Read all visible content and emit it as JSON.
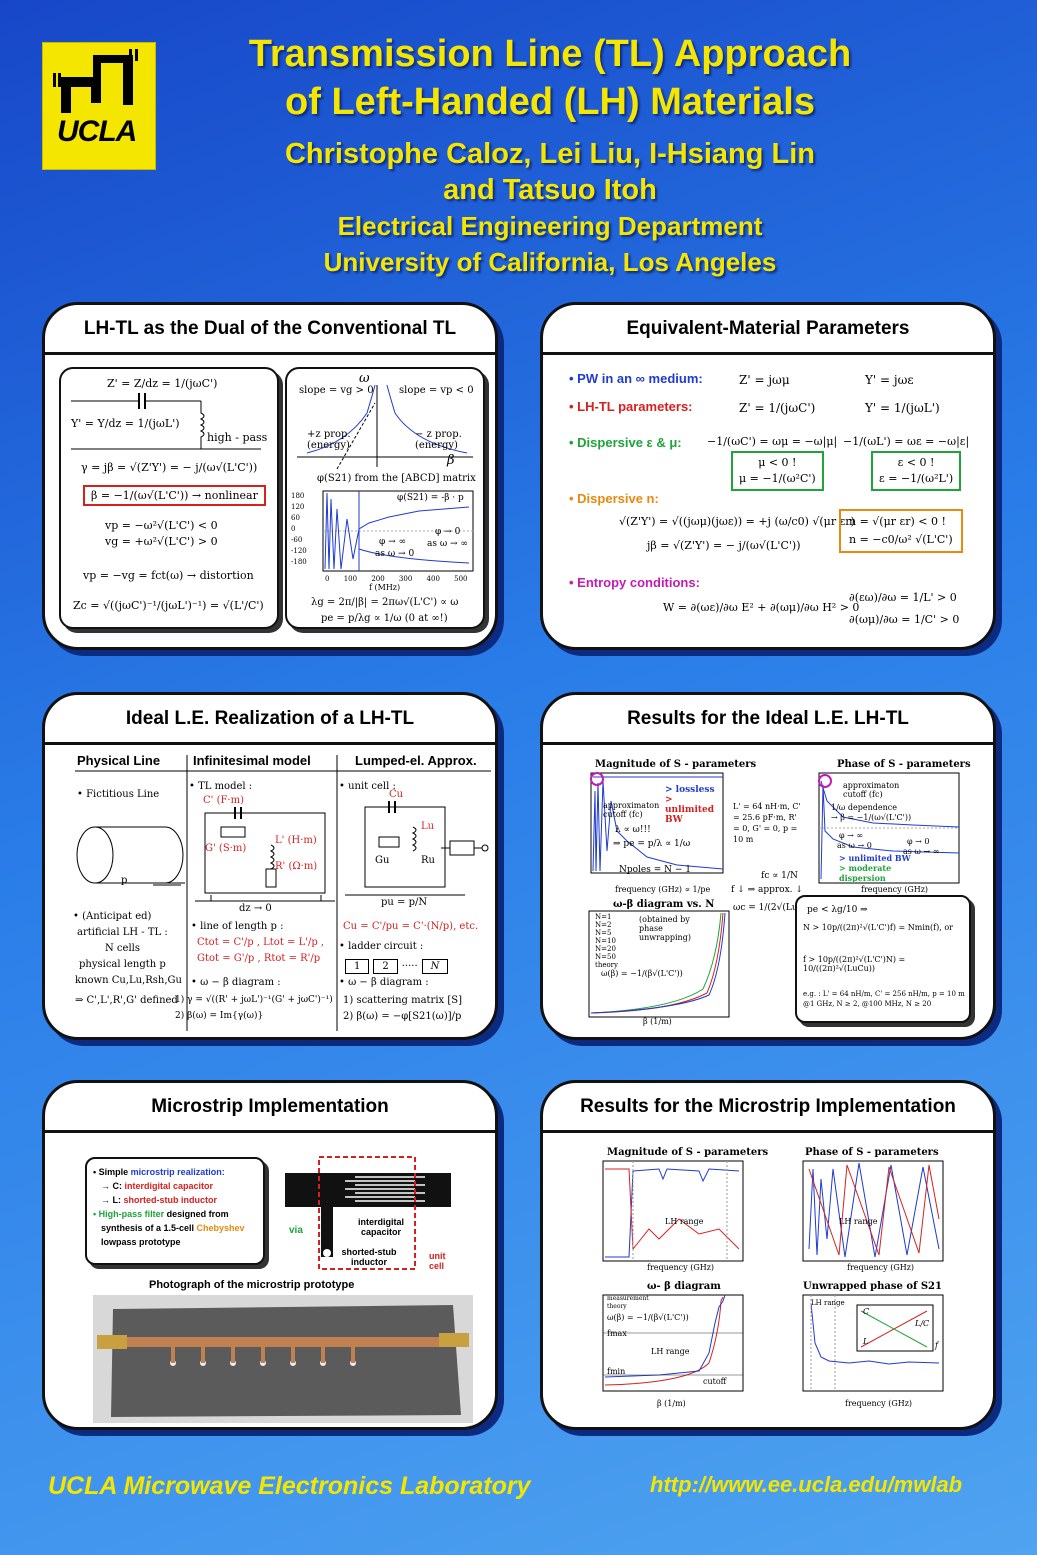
{
  "header": {
    "title_line1": "Transmission Line (TL) Approach",
    "title_line2": "of Left-Handed (LH) Materials",
    "authors_line1": "Christophe Caloz, Lei Liu, I-Hsiang Lin",
    "authors_line2": "and Tatsuo Itoh",
    "dept": "Electrical Engineering Department",
    "univ": "University of California, Los Angeles",
    "logo_text": "UCLA"
  },
  "panels": {
    "p1": {
      "title": "LH-TL as the Dual of the Conventional TL",
      "z_eq": "Z' = Z/dz = 1/(jωC')",
      "y_eq": "Y' = Y/dz = 1/(jωL')",
      "highpass": "high - pass",
      "gamma_eq": "γ = jβ = √(Z'Y') = − j/(ω√(L'C'))",
      "beta_eq": "β = −1/(ω√(L'C')) → nonlinear",
      "vp_eq": "vp = −ω²√(L'C') < 0",
      "vg_eq": "vg = +ω²√(L'C') > 0",
      "distortion_eq": "vp = −vg = fct(ω) → distortion",
      "zc_eq": "Zc = √((jωC')⁻¹/(jωL')⁻¹) = √(L'/C')",
      "omega": "ω",
      "slope_left": "slope = vg > 0",
      "slope_right": "slope = vp < 0",
      "prop_left": "+z prop. (energy)",
      "prop_right": "− z prop. (energy)",
      "beta": "β",
      "phase_title": "φ(S21) from the [ABCD] matrix",
      "phase_formula": "φ(S21) = -β · p",
      "phase_note1": "φ → ∞",
      "phase_note1b": "as ω → 0",
      "phase_note2": "φ → 0",
      "phase_note2b": "as ω → ∞",
      "fmhz": "f (MHz)",
      "lambda_eq": "λg = 2π/|β| = 2πω√(L'C') ∝ ω",
      "pe_eq": "pe = p/λg ∝ 1/ω (0 at ∞!)",
      "yticks": [
        "180",
        "120",
        "60",
        "0",
        "-60",
        "-120",
        "-180"
      ],
      "xticks": [
        "0",
        "100",
        "200",
        "300",
        "400",
        "500"
      ]
    },
    "p2": {
      "title": "Equivalent-Material Parameters",
      "pw_label": "• PW in an ∞ medium:",
      "pw_z": "Z' = jωμ",
      "pw_y": "Y' = jωε",
      "lh_label": "• LH-TL parameters:",
      "lh_z": "Z' = 1/(jωC')",
      "lh_y": "Y' = 1/(jωL')",
      "disp_label": "• Dispersive ε & μ:",
      "disp_eq1": "−1/(ωC') = ωμ = −ω|μ|",
      "disp_eq2": "−1/(ωL') = ωε = −ω|ε|",
      "mu_box1": "μ < 0 !",
      "mu_box2": "μ = −1/(ω²C')",
      "eps_box1": "ε < 0 !",
      "eps_box2": "ε = −1/(ω²L')",
      "dispn_label": "• Dispersive n:",
      "dispn_eq1": "√(Z'Y') = √((jωμ)(jωε)) = +j (ω/c0) √(μr εr)",
      "dispn_eq2": "jβ = √(Z'Y') = − j/(ω√(L'C'))",
      "n_box1": "n = √(μr εr) < 0 !",
      "n_box2": "n = −c0/ω² √(L'C')",
      "entropy_label": "• Entropy conditions:",
      "entropy_eq": "W = ∂(ωε)/∂ω E² + ∂(ωμ)/∂ω H² > 0",
      "entropy_r1": "∂(εω)/∂ω = 1/L' > 0",
      "entropy_r2": "∂(ωμ)/∂ω = 1/C' > 0"
    },
    "p3": {
      "title": "Ideal L.E. Realization of a LH-TL",
      "col1": "Physical Line",
      "col2": "Infinitesimal model",
      "col3": "Lumped-el. Approx.",
      "fictitious": "• Fictitious Line",
      "p_label": "p",
      "anticipated": "• (Anticipat ed)",
      "artificial": "artificial LH - TL :",
      "n_cells": "N cells",
      "phys_len": "physical length p",
      "known": "known Cu,Lu,Rsh,Gu",
      "defined": "⇒ C',L',R',G' defined",
      "tl_model": "• TL model :",
      "c_lbl": "C' (F·m)",
      "g_lbl": "G' (S·m)",
      "l_lbl": "L' (H·m)",
      "r_lbl": "R' (Ω·m)",
      "dz": "dz → 0",
      "line_len": "• line of length p :",
      "ctot": "Ctot = C'/p , Ltot = L'/p ,",
      "gtot": "Gtot = G'/p , Rtot = R'/p",
      "wb_diag": "• ω − β diagram :",
      "wb_1": "1) γ = √((R' + jωL')⁻¹(G' + jωC')⁻¹)",
      "wb_2": "2) β(ω) = Im{γ(ω)}",
      "unit_cell": "• unit cell :",
      "cu": "Cu",
      "lu": "Lu",
      "gu": "Gu",
      "ru": "Ru",
      "pu": "pu = p/N",
      "cu_eq": "Cu = C'/pu = C'·(N/p), etc.",
      "ladder": "• ladder circuit :",
      "cell1": "1",
      "cell2": "2",
      "celln": "N",
      "wb_diag2": "• ω − β diagram :",
      "scat": "1) scattering matrix [S]",
      "beta_phi": "2) β(ω) = −φ[S21(ω)]/p"
    },
    "p4": {
      "title": "Results for the Ideal L.E. LH-TL",
      "mag_title": "Magnitude of S - parameters",
      "phase_title": "Phase of S - parameters",
      "approx": "approximaton cutoff (fc)",
      "lossless": "> lossless",
      "unlimited": "> unlimited BW",
      "lambda_inf": "λ ∝ ω!!!",
      "pe_eq": "⇒ pe = p/λ ∝ 1/ω",
      "npoles": "Npoles = N − 1",
      "params": "L' = 64 nH·m, C' = 25.6 pF·m, R' = 0, G' = 0, p = 10 m",
      "freq_label": "frequency (GHz) ∝ 1/pe",
      "phase_dep": "1/ω dependence",
      "beta_eq": "→ β = −1/(ω√(L'C'))",
      "phase_inf": "φ → ∞",
      "as0": "as ω → 0",
      "phase_zero": "φ → 0",
      "asinf": "as ω → ∞",
      "unl_bw": "> unlimited BW",
      "moderate": "> moderate dispersion",
      "freq2": "frequency (GHz)",
      "wb_title": "ω-β diagram vs. N",
      "obtained": "(obtained by phase unwrapping)",
      "beta_formula": "ω(β) = −1/(β√(L'C'))",
      "beta_unit": "β (1/m)",
      "legend": [
        "N=1",
        "N=2",
        "N=5",
        "N=10",
        "N=20",
        "N=50",
        "theory"
      ],
      "fc_eq": "fc ∝ 1/N",
      "approx2": "f ↓ ⇒ approx. ↓",
      "wc_eq": "ωc = 1/(2√(LuCu))",
      "cond1": "pe < λg/10 ⇒",
      "cond2": "N > 10p/((2π)²√(L'C')f) = Nmin(f), or",
      "cond3": "f > 10p/((2π)²√(L'C')N) = 10/((2π)²√(LuCu))",
      "example": "e.g. : L' = 64 nH/m, C' = 256 nH/m, p = 10 m @1 GHz, N ≥ 2, @100 MHz, N ≥ 20"
    },
    "p5": {
      "title": "Microstrip Implementation",
      "bullet1_pre": "• Simple ",
      "bullet1_hl": "microstrip realization:",
      "bullet2_pre": "→ C: ",
      "bullet2_hl": "interdigital capacitor",
      "bullet3_pre": "→ L: ",
      "bullet3_hl": "shorted-stub inductor",
      "bullet4_hl": "• High-pass filter",
      "bullet4_rest": " designed from",
      "bullet5": "synthesis of a 1.5-cell ",
      "bullet5_hl": "Chebyshev",
      "bullet6": "lowpass prototype",
      "via": "via",
      "interdigital": "interdigital capacitor",
      "shorted": "shorted-stub inductor",
      "unit_cell": "unit cell",
      "photo_caption": "Photograph of the microstrip prototype"
    },
    "p6": {
      "title": "Results for the Microstrip Implementation",
      "mag_title": "Magnitude of S - parameters",
      "phase_title": "Phase of S - parameters",
      "lh_range": "LH range",
      "freq": "frequency (GHz)",
      "wb_title": "ω- β diagram",
      "legend_meas": "measurement",
      "legend_theory": "theory",
      "beta_formula": "ω(β) = −1/(β√(L'C'))",
      "fmax": "fmax",
      "fmin": "fmin",
      "cutoff": "cutoff",
      "beta_unit": "β (1/m)",
      "unwrap_title": "Unwrapped phase of S21",
      "lh_range2": "LH range",
      "inset_c": "C",
      "inset_l": "L",
      "inset_lc": "L/C",
      "inset_f": "f"
    }
  },
  "footer": {
    "lab": "UCLA Microwave Electronics Laboratory",
    "url": "http://www.ee.ucla.edu/mwlab"
  },
  "colors": {
    "title_yellow": "#f5e600",
    "bg_blue": "#2a7de8",
    "red": "#d62020",
    "blue": "#1f3bd0",
    "green": "#1ea43a",
    "orange": "#e88a10",
    "magenta": "#c21cb0"
  }
}
